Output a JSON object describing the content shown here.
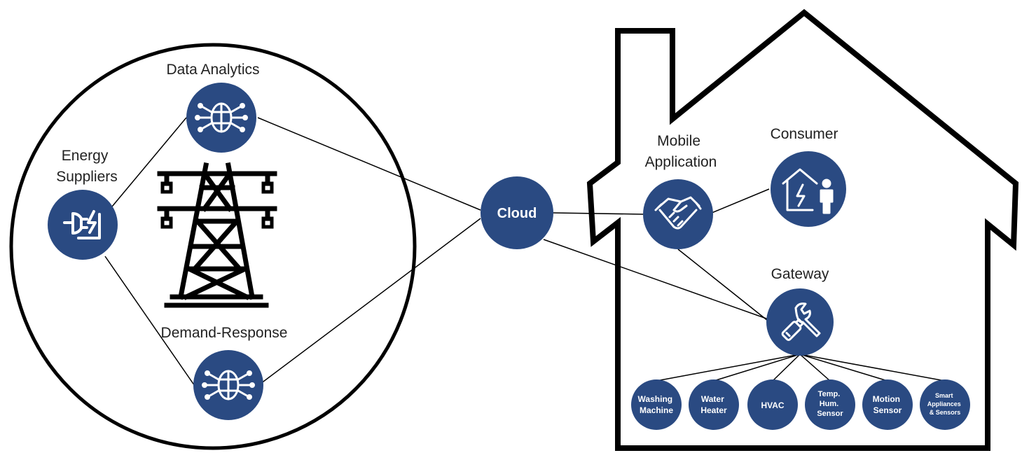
{
  "colors": {
    "node_fill": "#2a4a82",
    "stroke": "#000000",
    "icon": "#ffffff",
    "background": "#ffffff"
  },
  "grid_side": {
    "energy_suppliers": {
      "line1": "Energy",
      "line2": "Suppliers",
      "icon": "plug-lightning-icon"
    },
    "data_analytics": {
      "label": "Data Analytics",
      "icon": "chip-network-icon"
    },
    "demand_response": {
      "label": "Demand-Response",
      "icon": "chip-network-icon"
    },
    "tower_icon": "transmission-tower-icon"
  },
  "cloud": {
    "label": "Cloud"
  },
  "home_side": {
    "mobile_app": {
      "line1": "Mobile",
      "line2": "Application",
      "icon": "handshake-icon"
    },
    "consumer": {
      "label": "Consumer",
      "icon": "house-person-icon"
    },
    "gateway": {
      "label": "Gateway",
      "icon": "wrench-usb-icon"
    },
    "devices": [
      {
        "l1": "Washing",
        "l2": "Machine",
        "l3": ""
      },
      {
        "l1": "Water",
        "l2": "Heater",
        "l3": ""
      },
      {
        "l1": "HVAC",
        "l2": "",
        "l3": ""
      },
      {
        "l1": "Temp.",
        "l2": "Hum.",
        "l3": "Sensor"
      },
      {
        "l1": "Motion",
        "l2": "Sensor",
        "l3": ""
      },
      {
        "l1": "Smart",
        "l2": "Appliances",
        "l3": "& Sensors"
      }
    ]
  }
}
